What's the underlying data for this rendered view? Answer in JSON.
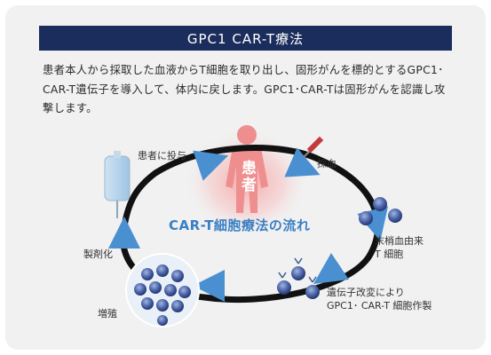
{
  "header": {
    "title": "GPC1 CAR-T療法"
  },
  "description": "患者本人から採取した血液からT細胞を取り出し、固形がんを標的とするGPC1･CAR-T遺伝子を導入して、体内に戻します。GPC1･CAR-Tは固形がんを認識し攻撃します。",
  "diagram": {
    "center_title": "CAR-T細胞療法の流れ",
    "patient_label": "患者",
    "steps": {
      "administer": "患者に投与",
      "blood_draw": "採血",
      "t_cells_line1": "末梢血由来",
      "t_cells_line2": "T 細胞",
      "modify_line1": "遺伝子改変により",
      "modify_line2": "GPC1･ CAR-T 細胞作製",
      "expand": "増殖",
      "formulate": "製剤化"
    }
  }
}
